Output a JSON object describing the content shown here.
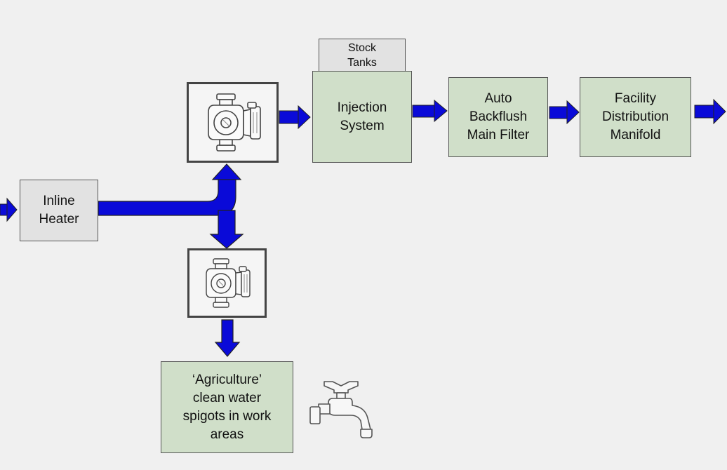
{
  "diagram": {
    "inline_heater": "Inline\nHeater",
    "stock_tanks": "Stock\nTanks",
    "injection_system": "Injection\nSystem",
    "auto_backflush_filter": "Auto\nBackflush\nMain Filter",
    "facility_distribution_manifold": "Facility\nDistribution\nManifold",
    "agriculture_spigots": "‘Agriculture’\nclean water\nspigots in work\nareas"
  },
  "icons": {
    "pump_upper": "circulation-pump-icon",
    "pump_lower": "circulation-pump-icon",
    "faucet": "faucet-icon"
  },
  "colors": {
    "flow_arrow": "#0a0ad8",
    "process_box": "#d0dfc9",
    "tank_box": "#e2e2e2",
    "background": "#f0f0f0"
  }
}
